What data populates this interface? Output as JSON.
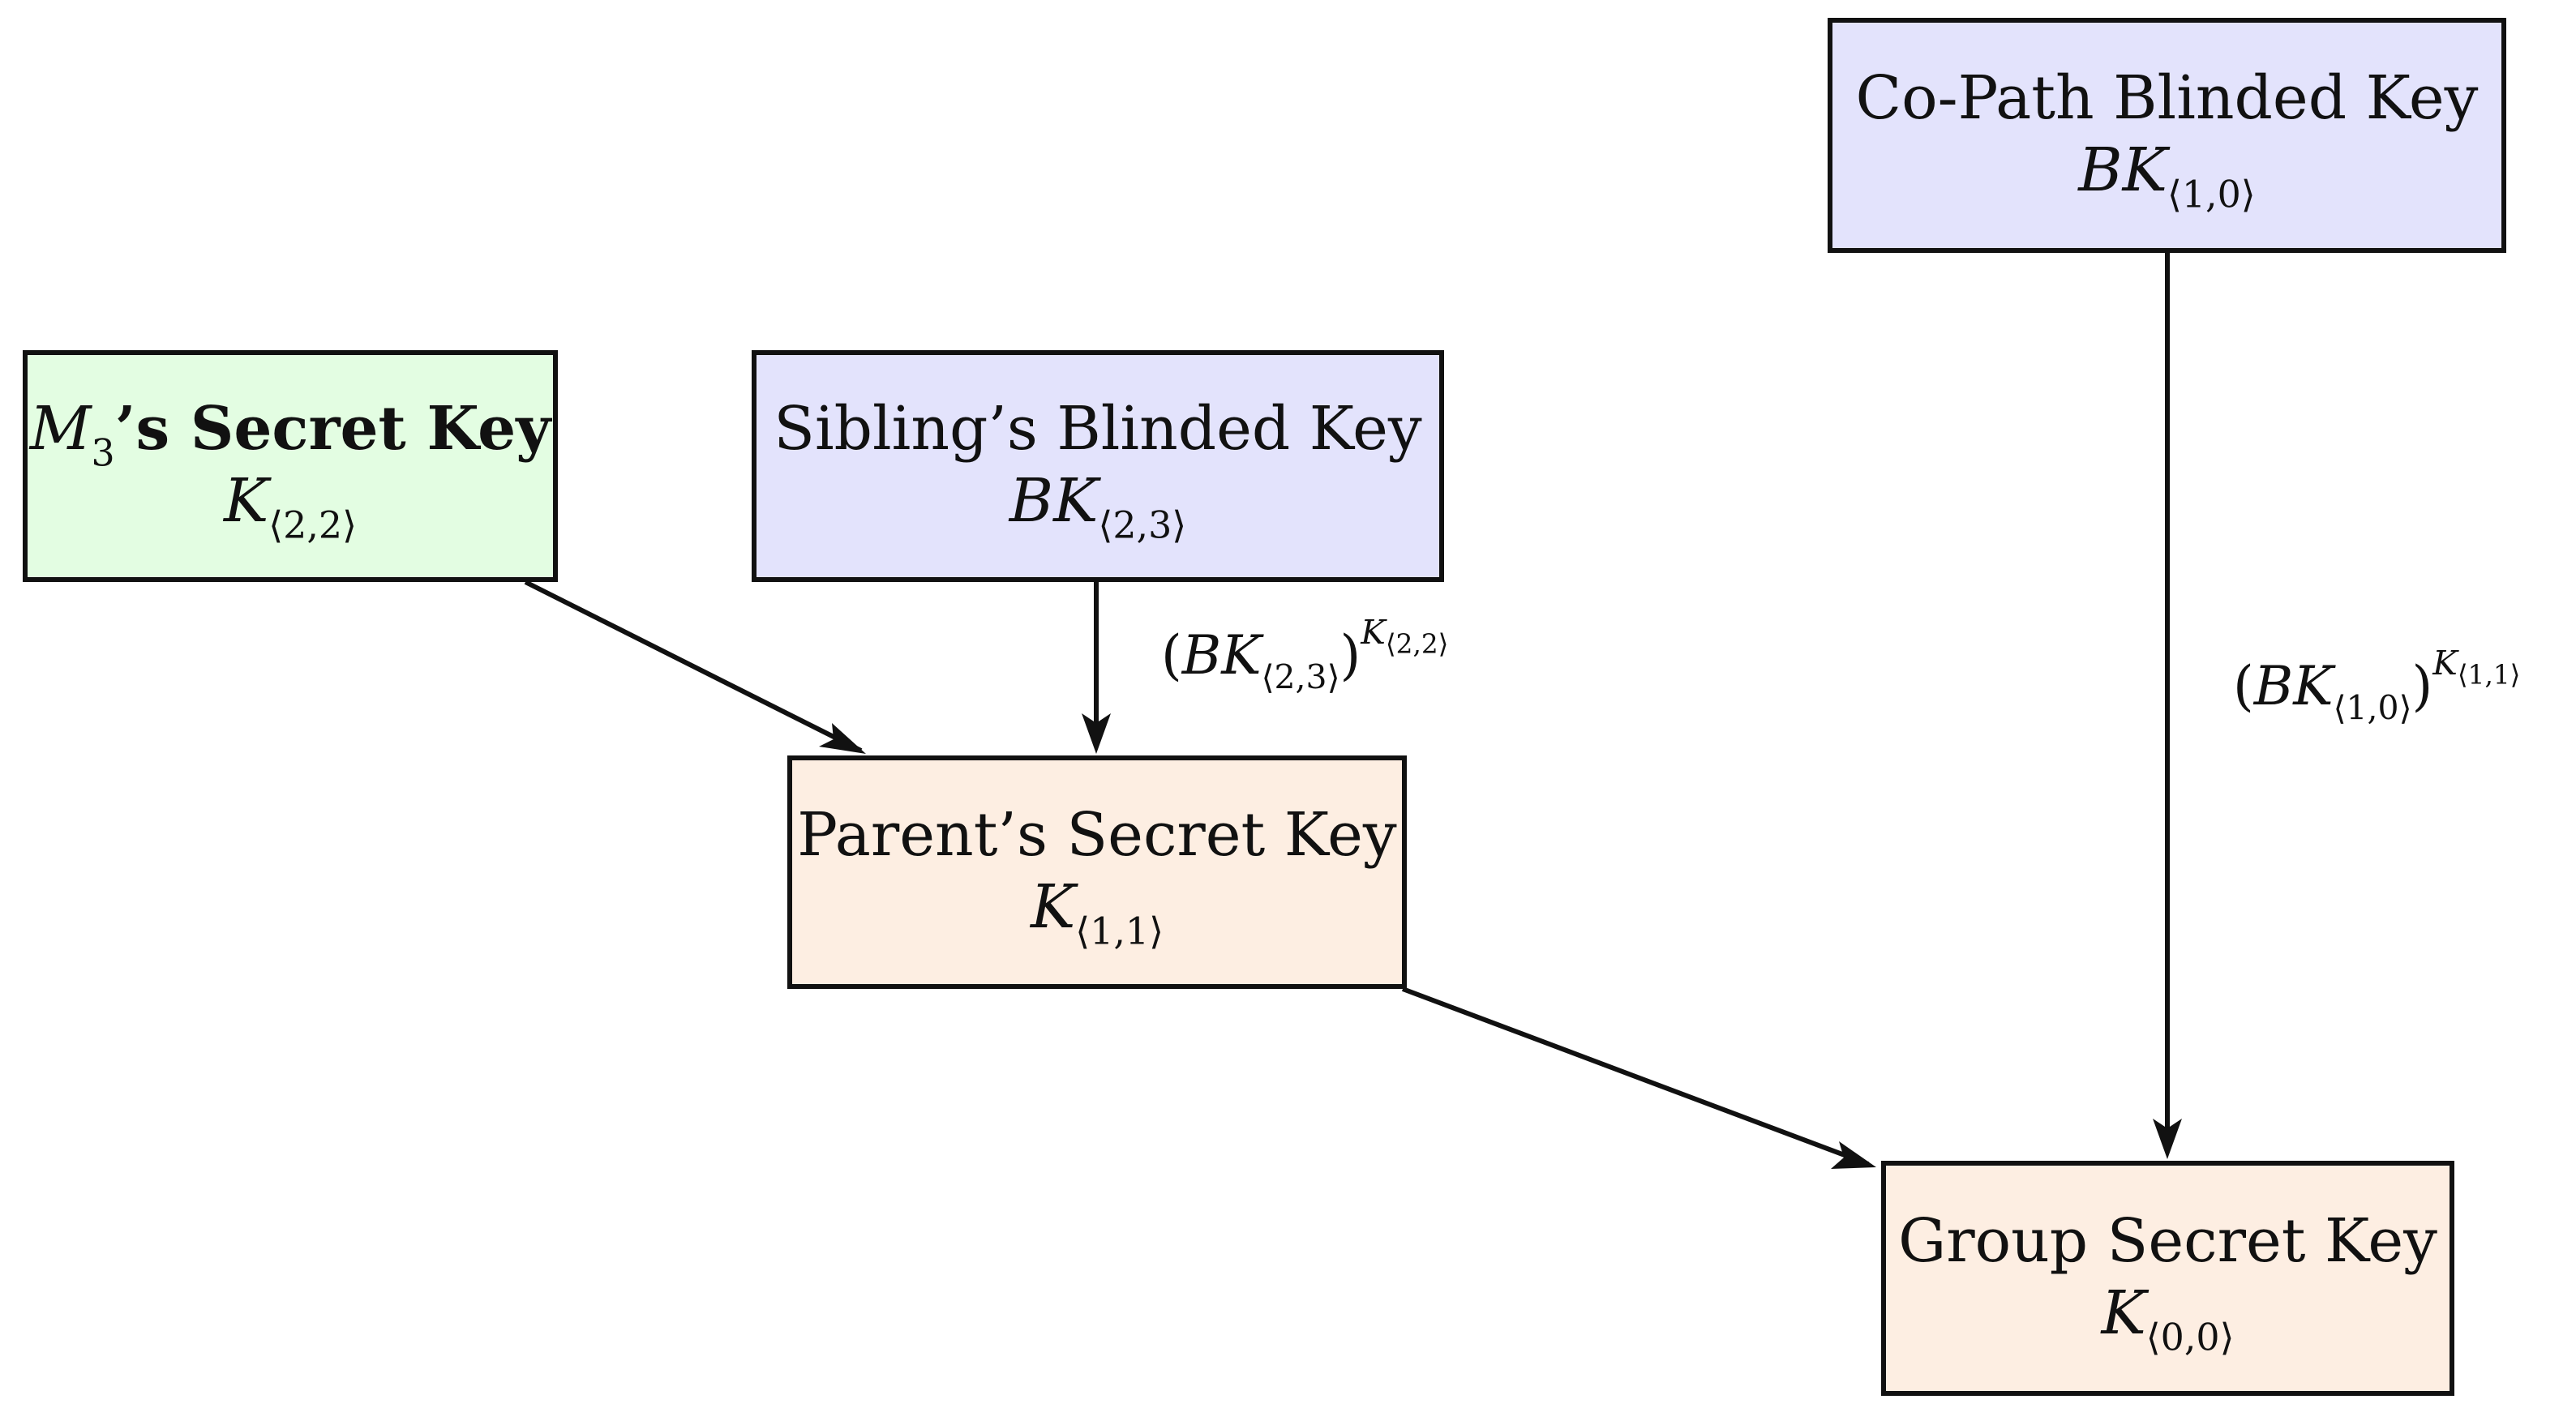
{
  "nodes": {
    "m3": {
      "title_var": "M",
      "title_var_sub": "3",
      "title_rest": "’s Secret Key",
      "key_var": "K",
      "key_sub": "⟨2,2⟩",
      "fill": "#e3fde2"
    },
    "sibling": {
      "title": "Sibling’s Blinded Key",
      "key_var": "BK",
      "key_sub": "⟨2,3⟩",
      "fill": "#e3e3fc"
    },
    "copath": {
      "title": "Co-Path Blinded Key",
      "key_var": "BK",
      "key_sub": "⟨1,0⟩",
      "fill": "#e3e3fc"
    },
    "parent": {
      "title": "Parent’s Secret Key",
      "key_var": "K",
      "key_sub": "⟨1,1⟩",
      "fill": "#fdeee2"
    },
    "group": {
      "title": "Group Secret Key",
      "key_var": "K",
      "key_sub": "⟨0,0⟩",
      "fill": "#fdeee2"
    }
  },
  "edges": [
    {
      "from": "m3",
      "to": "parent",
      "label": null
    },
    {
      "from": "sibling",
      "to": "parent",
      "label": "sibling"
    },
    {
      "from": "parent",
      "to": "group",
      "label": null
    },
    {
      "from": "copath",
      "to": "group",
      "label": "copath"
    }
  ],
  "edge_labels": {
    "sibling": {
      "open": "(",
      "base_var": "BK",
      "base_sub": "⟨2,3⟩",
      "close": ")",
      "exp_var": "K",
      "exp_sub": "⟨2,2⟩"
    },
    "copath": {
      "open": "(",
      "base_var": "BK",
      "base_sub": "⟨1,0⟩",
      "close": ")",
      "exp_var": "K",
      "exp_sub": "⟨1,1⟩"
    }
  }
}
